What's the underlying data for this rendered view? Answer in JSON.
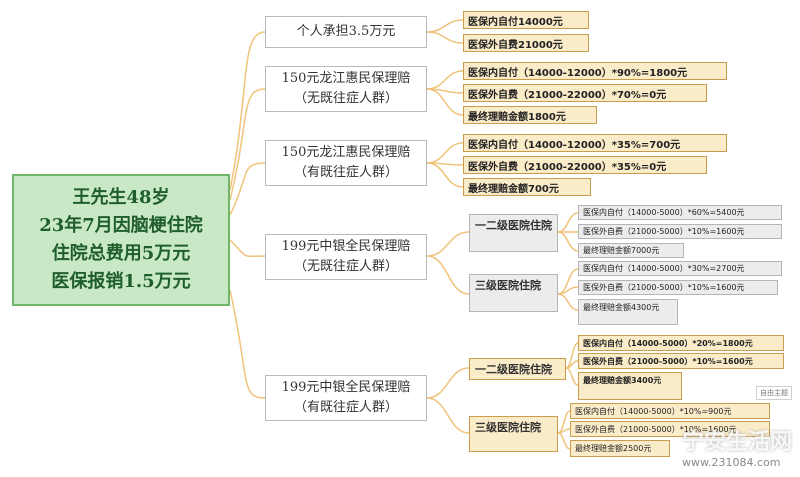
{
  "root": {
    "line1": "王先生48岁",
    "line2": "23年7月因脑梗住院",
    "line3": "住院总费用5万元",
    "line4": "医保报销1.5万元"
  },
  "branch1": {
    "title": "个人承担3.5万元",
    "items": [
      "医保内自付14000元",
      "医保外自费21000元"
    ]
  },
  "branch2": {
    "title1": "150元龙江惠民保理赔",
    "title2": "（无既往症人群）",
    "items": [
      "医保内自付（14000-12000）*90%=1800元",
      "医保外自费（21000-22000）*70%=0元",
      "最终理赔金额1800元"
    ]
  },
  "branch3": {
    "title1": "150元龙江惠民保理赔",
    "title2": "（有既往症人群）",
    "items": [
      "医保内自付（14000-12000）*35%=700元",
      "医保外自费（21000-22000）*35%=0元",
      "最终理赔金额700元"
    ]
  },
  "branch4": {
    "title1": "199元中银全民保理赔",
    "title2": "（无既往症人群）",
    "sub1": {
      "title": "一二级医院住院",
      "items": [
        "医保内自付（14000-5000）*60%=5400元",
        "医保外自费（21000-5000）*10%=1600元",
        "最终理赔金额7000元"
      ]
    },
    "sub2": {
      "title": "三级医院住院",
      "items": [
        "医保内自付（14000-5000）*30%=2700元",
        "医保外自费（21000-5000）*10%=1600元",
        "最终理赔金额4300元"
      ]
    }
  },
  "branch5": {
    "title1": "199元中银全民保理赔",
    "title2": "（有既往症人群）",
    "sub1": {
      "title": "一二级医院住院",
      "items": [
        "医保内自付（14000-5000）*20%=1800元",
        "医保外自费（21000-5000）*10%=1600元",
        "最终理赔金额3400元"
      ]
    },
    "sub2": {
      "title": "三级医院住院",
      "items": [
        "医保内自付（14000-5000）*10%=900元",
        "医保外自费（21000-5000）*10%=1600元",
        "最终理赔金额2500元"
      ]
    }
  },
  "float_tag": "自由主题",
  "watermark": {
    "text": "宁安生活网",
    "url": "www.231084.com"
  },
  "colors": {
    "root_fill": "#c9e9c6",
    "root_border": "#6fb66a",
    "connector": "#f0c27a",
    "leaf_fill": "#fbecc9",
    "gray_fill": "#ececec"
  }
}
